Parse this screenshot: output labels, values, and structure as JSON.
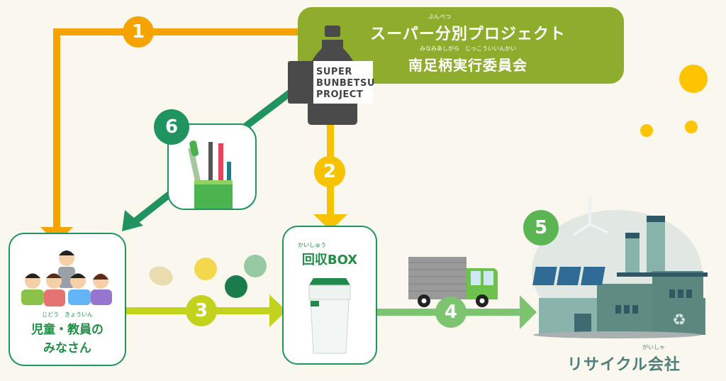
{
  "project": {
    "title": "スーパー分別プロジェクト",
    "title_ruby": "ぶんべつ",
    "committee": "南足柄実行委員会",
    "committee_ruby": "みなみあしがら　じっこういいんかい",
    "logo_lines": [
      "SUPER",
      "BUNBETSU",
      "PROJECT"
    ],
    "logo_icon": "bottle-icon"
  },
  "nodes": {
    "students": {
      "label_line1": "児童・教員の",
      "label_line2": "みなさん",
      "ruby": "じどう　きょういん",
      "icon": "people-group-icon"
    },
    "collection_box": {
      "label": "回収BOX",
      "ruby": "かいしゅう",
      "icon": "recycling-bin-icon"
    },
    "recycler": {
      "label": "リサイクル会社",
      "ruby": "がいしゃ",
      "icon": "factory-icon"
    },
    "pens": {
      "icon": "pen-holder-icon"
    }
  },
  "steps": [
    {
      "number": "1",
      "from": "project",
      "to": "students",
      "color": "#f5a300"
    },
    {
      "number": "2",
      "from": "project",
      "to": "collection_box",
      "color": "#f7c300"
    },
    {
      "number": "3",
      "from": "students",
      "to": "collection_box",
      "color": "#c3d21c"
    },
    {
      "number": "4",
      "from": "collection_box",
      "to": "recycler",
      "color": "#7cc46f"
    },
    {
      "number": "5",
      "at": "recycler",
      "color": "#5ab552"
    },
    {
      "number": "6",
      "from": "project",
      "to": "students",
      "via": "pens",
      "color": "#1f9461"
    }
  ],
  "colors": {
    "background": "#faf7ee",
    "banner": "#8fad2c",
    "box_border": "#1f9461",
    "label_green": "#1e8f45",
    "recycler_label": "#4f7f78"
  }
}
